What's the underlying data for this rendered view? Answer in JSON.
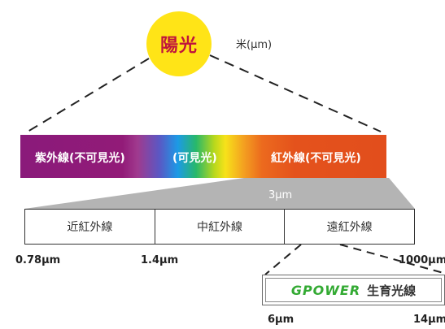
{
  "sun": {
    "label": "陽光"
  },
  "unit_label": "米(μm)",
  "spectrum": {
    "uv_label": "紫外線(不可見光)",
    "visible_label": "(可見光)",
    "ir_label": "紅外線(不可見光)"
  },
  "ir_range_label": "3μm",
  "ir_bands": [
    "近紅外線",
    "中紅外線",
    "遠紅外線"
  ],
  "band_ticks": [
    "0.78μm",
    "1.4μm",
    "1000μm"
  ],
  "gpower": {
    "brand": "GPOWER",
    "suffix": "生育光線"
  },
  "gpower_ticks": [
    "6μm",
    "14μm"
  ],
  "colors": {
    "sun": "#ffe417",
    "sun_text": "#c0143c",
    "brand_green": "#33aa33",
    "funnel_gray": "#b4b4b4"
  }
}
